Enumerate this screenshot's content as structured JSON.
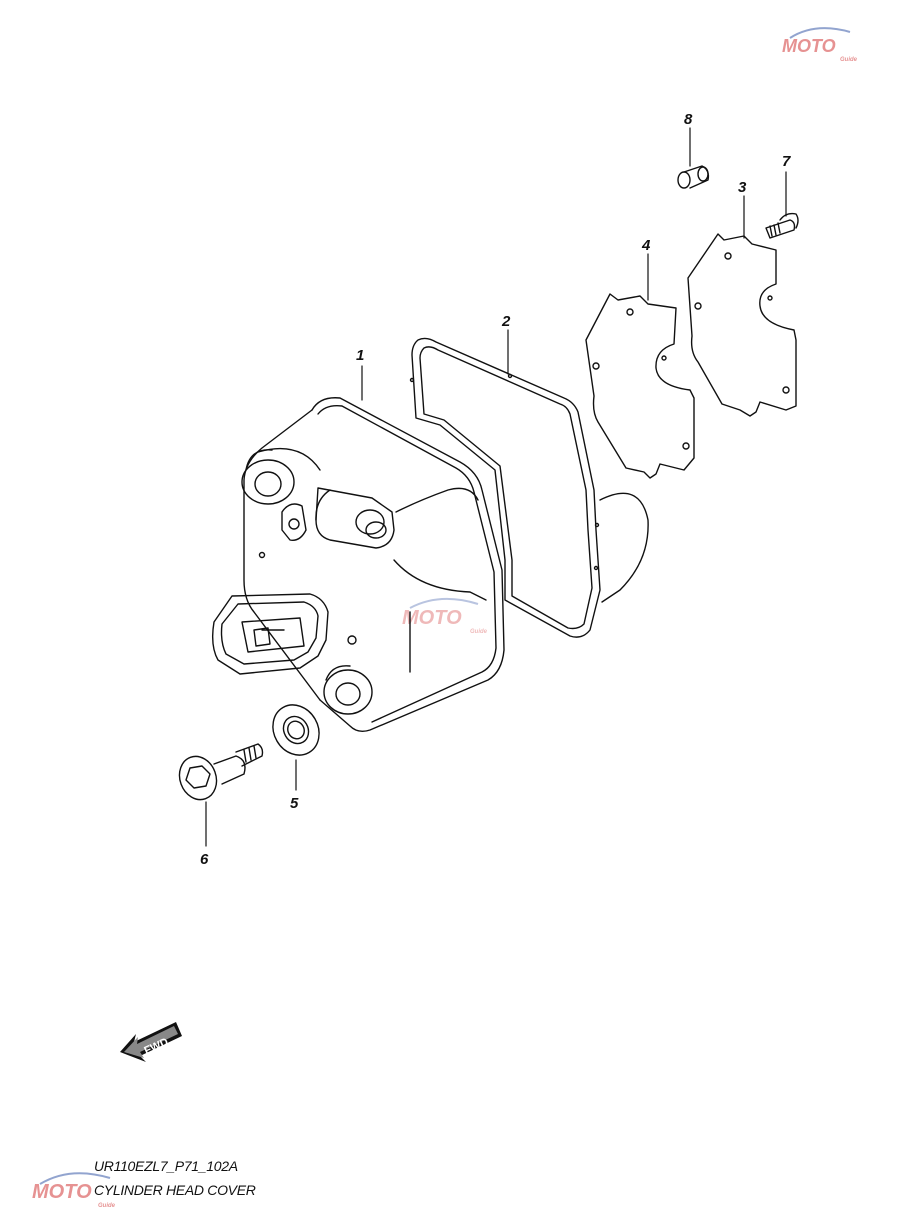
{
  "diagram": {
    "callouts": [
      {
        "id": "1",
        "label": "1"
      },
      {
        "id": "2",
        "label": "2"
      },
      {
        "id": "3",
        "label": "3"
      },
      {
        "id": "4",
        "label": "4"
      },
      {
        "id": "5",
        "label": "5"
      },
      {
        "id": "6",
        "label": "6"
      },
      {
        "id": "7",
        "label": "7"
      },
      {
        "id": "8",
        "label": "8"
      }
    ],
    "fwd_label": "FWD"
  },
  "caption": {
    "code": "UR110EZL7_P71_102A",
    "title": "CYLINDER HEAD COVER"
  },
  "watermark": {
    "brand": "MOTO",
    "sub": "Guide",
    "color": "#d23a3a",
    "accent": "#3a5aa8"
  }
}
